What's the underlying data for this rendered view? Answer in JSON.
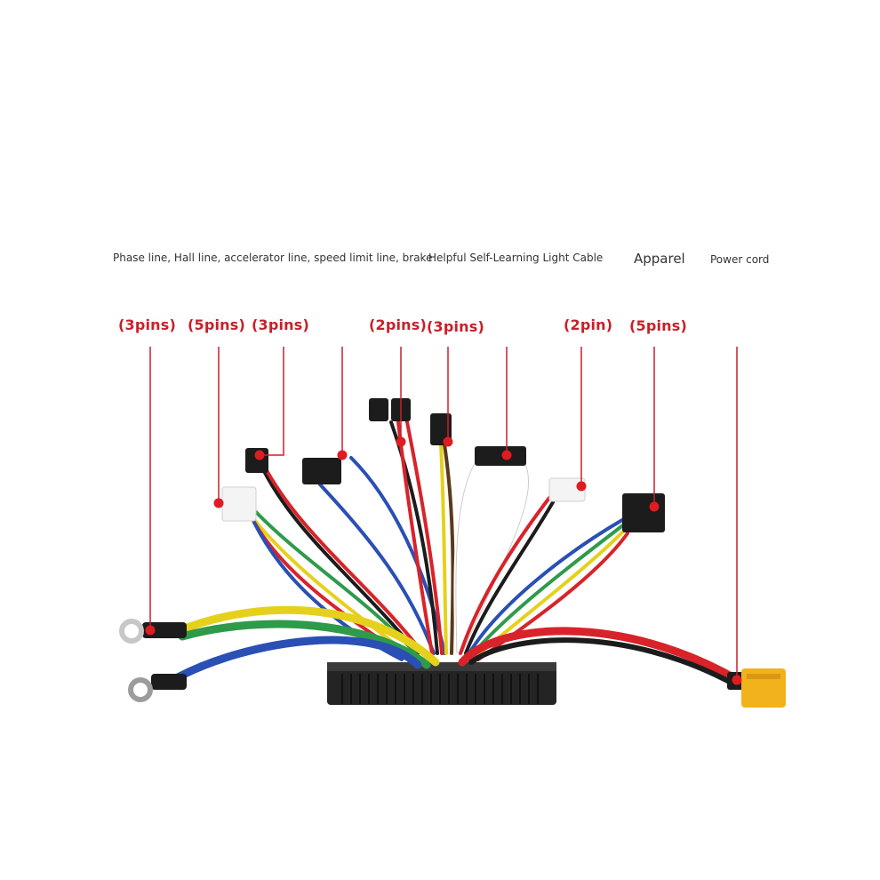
{
  "categories": [
    "Phase line, Hall line, accelerator line, speed limit line, brake",
    "Helpful Self-Learning Light Cable",
    "Apparel",
    "Power cord"
  ],
  "pin_labels": [
    "(3pins)",
    "(5pins)",
    "(3pins)",
    "(2pins)",
    "(3pins)",
    "(2pin)",
    "(5pins)"
  ],
  "colors": {
    "label_red": "#c8202a",
    "wire_red": "#d8232a",
    "wire_yellow": "#e5d11c",
    "wire_green": "#2e9a4a",
    "wire_blue": "#2a4fb5",
    "wire_black": "#1c1c1c",
    "connector_yellow": "#f2b21b",
    "controller_black": "#222222"
  },
  "icons": [
    "controller-housing-icon",
    "ring-terminal-icon",
    "xt60-connector-icon",
    "molex-connector-icon"
  ]
}
